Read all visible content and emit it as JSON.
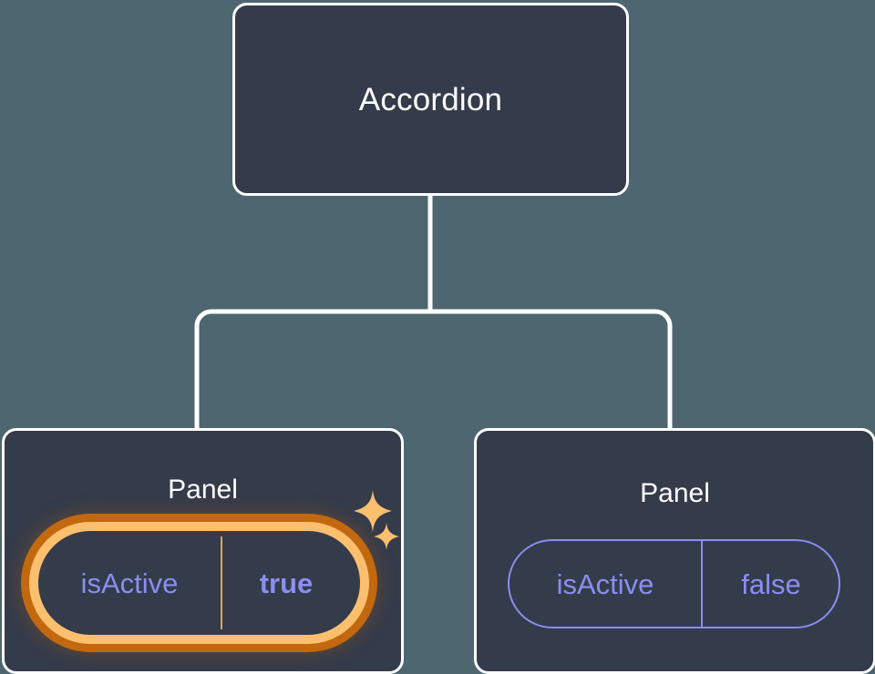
{
  "diagram": {
    "title": "Accordion component tree",
    "type": "component-tree",
    "background_color": "#4d6670",
    "node_fill_color": "#343b4a",
    "node_border_color": "#ffffff",
    "edge_color": "#ffffff",
    "highlight_color": "#fbbf6e",
    "highlight_outer_color": "#c2680f",
    "prop_text_color": "#8b8ef0"
  },
  "root": {
    "label": "Accordion"
  },
  "children": [
    {
      "label": "Panel",
      "highlighted": true,
      "prop": {
        "key": "isActive",
        "value": "true",
        "value_bold": true
      },
      "sparkles": [
        {
          "name": "sparkle-large-icon"
        },
        {
          "name": "sparkle-small-icon"
        }
      ]
    },
    {
      "label": "Panel",
      "highlighted": false,
      "prop": {
        "key": "isActive",
        "value": "false",
        "value_bold": false
      }
    }
  ]
}
